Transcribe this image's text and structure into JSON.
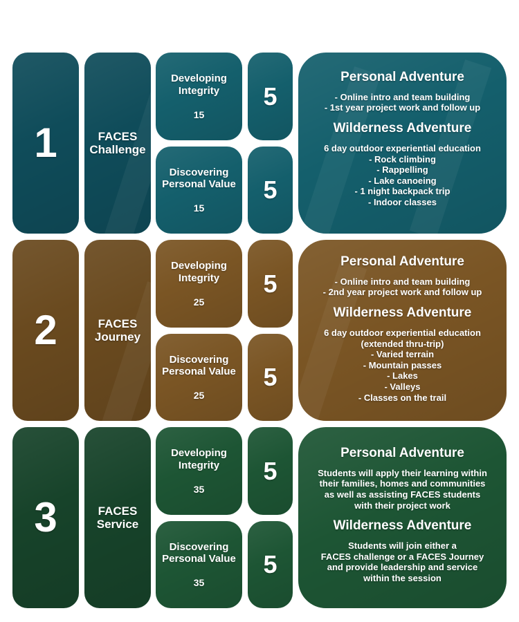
{
  "rows": [
    {
      "number": "1",
      "name_line1": "FACES",
      "name_line2": "Challenge",
      "courses": [
        {
          "title_line1": "Developing",
          "title_line2": "Integrity",
          "hours": "15",
          "credits": "5"
        },
        {
          "title_line1": "Discovering",
          "title_line2": "Personal Value",
          "hours": "15",
          "credits": "5"
        }
      ],
      "personal_heading": "Personal Adventure",
      "personal_items": [
        "- Online intro and team building",
        "- 1st year project work and follow up"
      ],
      "wilderness_heading": "Wilderness Adventure",
      "wilderness_items": [
        "6 day outdoor experiential education",
        "- Rock climbing",
        "- Rappelling",
        "- Lake canoeing",
        "- 1 night backpack trip",
        "- Indoor classes"
      ]
    },
    {
      "number": "2",
      "name_line1": "FACES",
      "name_line2": "Journey",
      "courses": [
        {
          "title_line1": "Developing",
          "title_line2": "Integrity",
          "hours": "25",
          "credits": "5"
        },
        {
          "title_line1": "Discovering",
          "title_line2": "Personal Value",
          "hours": "25",
          "credits": "5"
        }
      ],
      "personal_heading": "Personal Adventure",
      "personal_items": [
        "- Online intro and team building",
        "- 2nd year project work and follow up"
      ],
      "wilderness_heading": "Wilderness Adventure",
      "wilderness_items": [
        "6 day outdoor experiential education",
        "(extended thru-trip)",
        "- Varied terrain",
        "- Mountain passes",
        "- Lakes",
        "- Valleys",
        "- Classes on the trail"
      ]
    },
    {
      "number": "3",
      "name_line1": "FACES",
      "name_line2": "Service",
      "courses": [
        {
          "title_line1": "Developing",
          "title_line2": "Integrity",
          "hours": "35",
          "credits": "5"
        },
        {
          "title_line1": "Discovering",
          "title_line2": "Personal Value",
          "hours": "35",
          "credits": "5"
        }
      ],
      "personal_heading": "Personal Adventure",
      "personal_items": [
        "Students will apply their learning within",
        "their families, homes and communities",
        "as well as assisting FACES students",
        "with their project work"
      ],
      "wilderness_heading": "Wilderness Adventure",
      "wilderness_items": [
        "Students will join either a",
        "FACES challenge or a FACES Journey",
        "and provide leadership and service",
        "within the session"
      ]
    }
  ],
  "theme_colors": {
    "teal": "#0f4c5a",
    "brown": "#6a4a1f",
    "green": "#17432a"
  }
}
